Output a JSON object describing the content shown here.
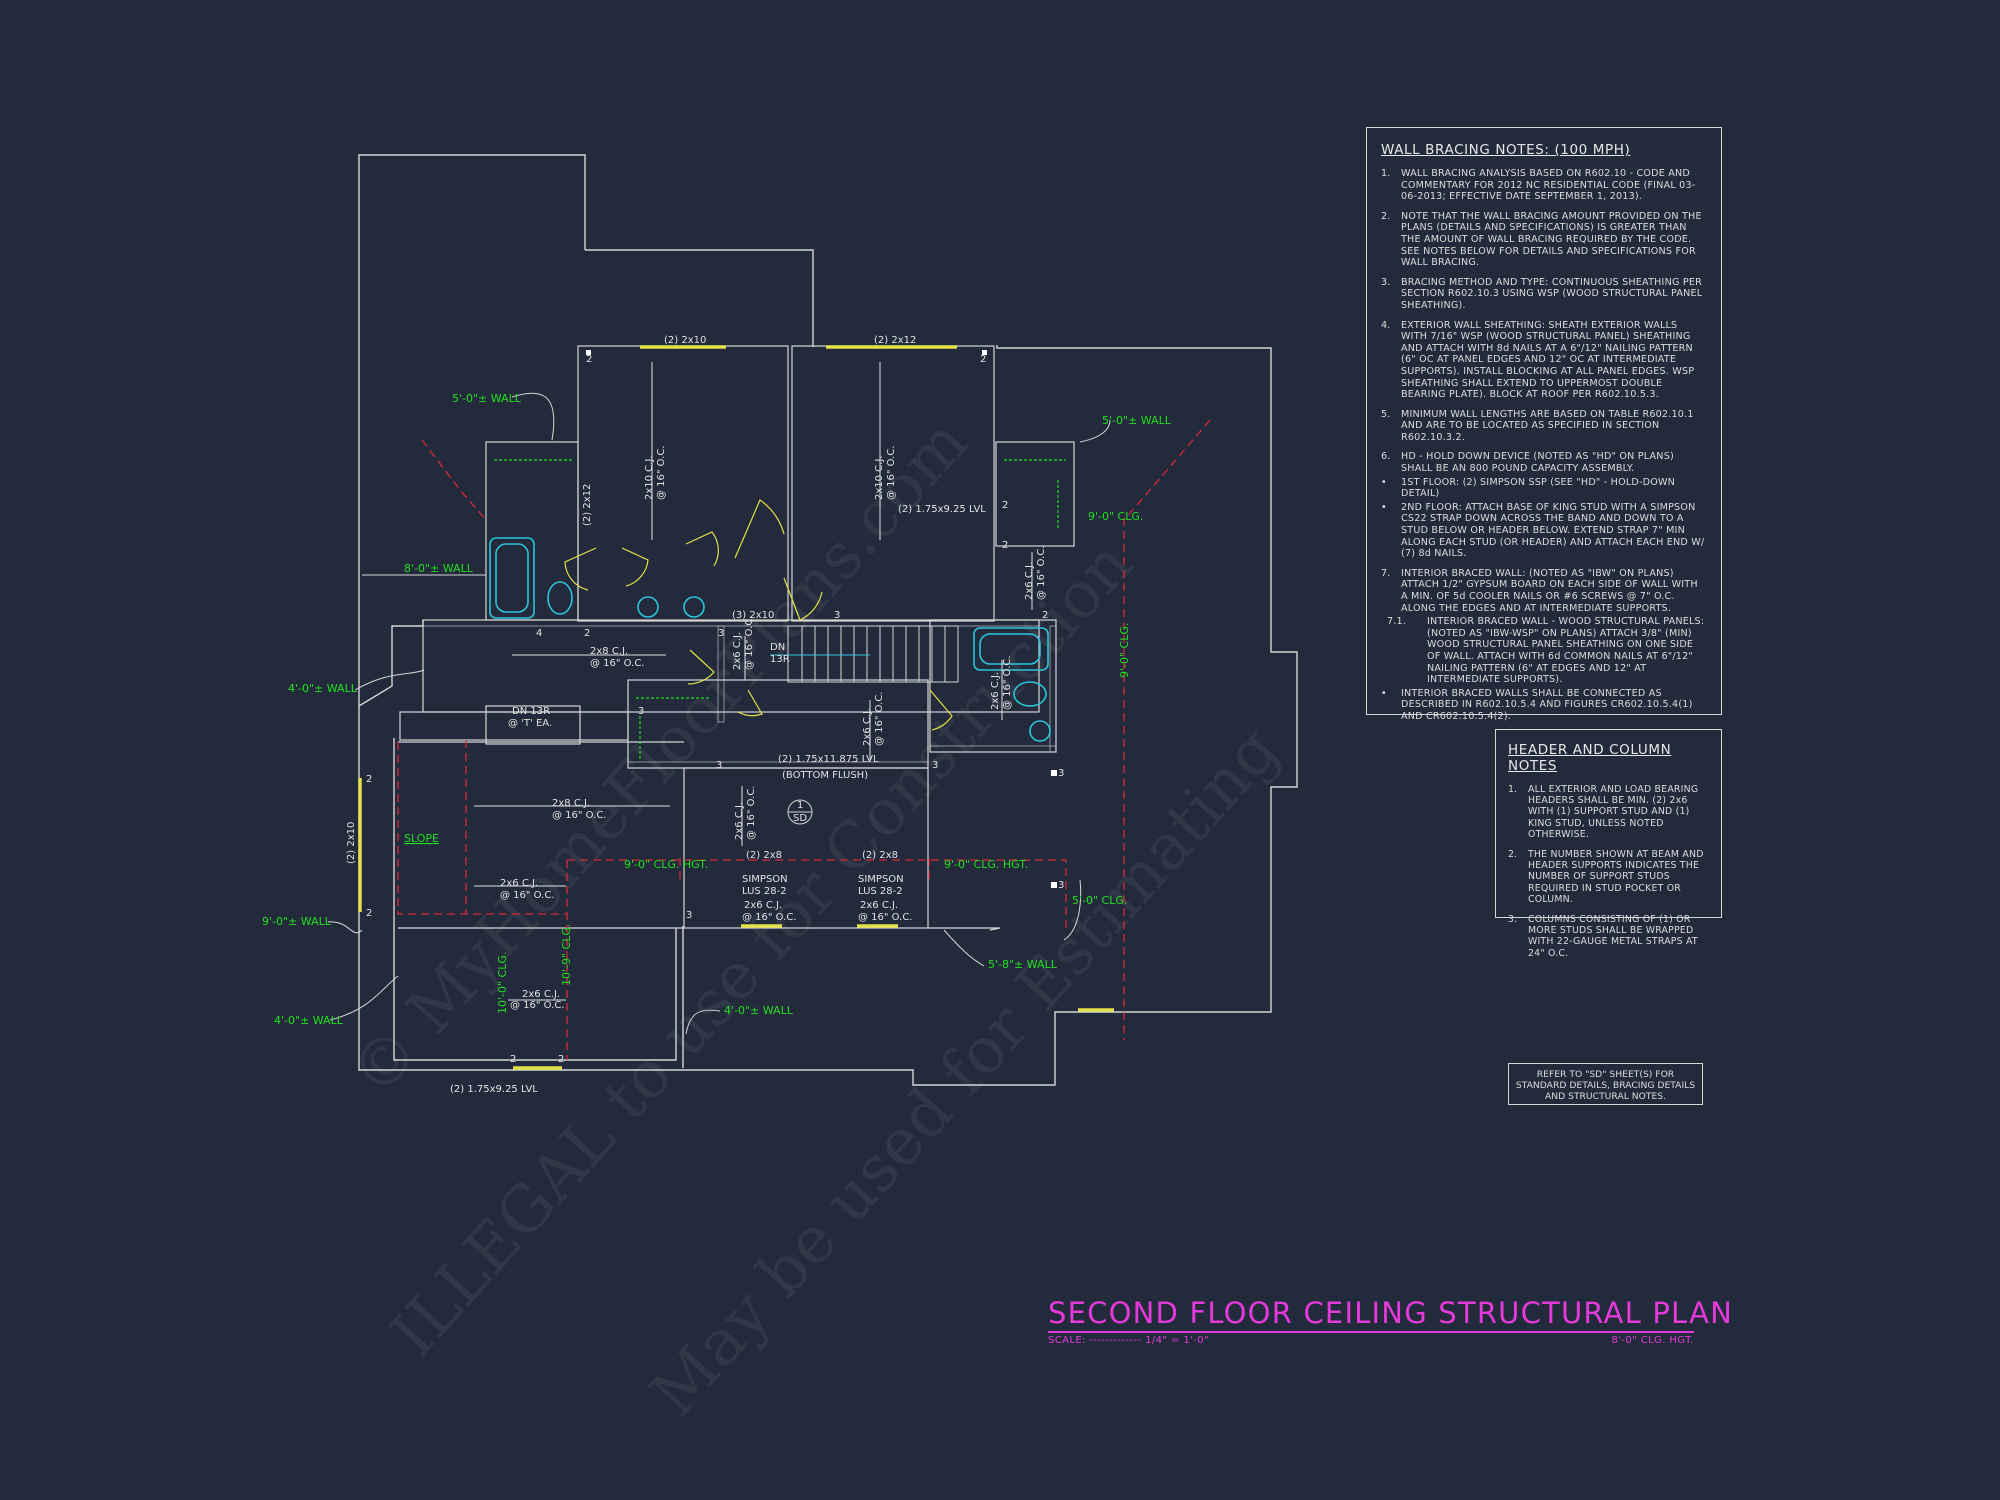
{
  "watermark": {
    "line1": "© MyHomeFloorPlans.com",
    "line2": "ILLEGAL to use for Construction",
    "line3": "May be used for Estimating"
  },
  "plan_labels": {
    "wall_5_0_a": "5'-0\"± WALL",
    "wall_8_0": "8'-0\"± WALL",
    "wall_4_0_a": "4'-0\"± WALL",
    "wall_9_0": "9'-0\"± WALL",
    "wall_4_0_b": "4'-0\"± WALL",
    "wall_4_0_c": "4'-0\"± WALL",
    "wall_5_0_b": "5'-0\"± WALL",
    "wall_5_8": "5'-8\"± WALL",
    "clg_9_0_right": "9'-0\" CLG.",
    "clg_9_0_vert": "9'-0\" CLG.",
    "clg_9_0_hgt_a": "9'-0\" CLG. HGT.",
    "clg_9_0_hgt_b": "9'-0\" CLG. HGT.",
    "clg_5_0": "5'-0\" CLG.",
    "clg_10_0": "10'-0\" CLG.",
    "clg_10_9": "10'-9\" CLG.",
    "slope": "SLOPE",
    "beam_2x10_top": "(2) 2x10",
    "beam_2x12_top": "(2) 2x12",
    "beam_2x12_side": "(2) 2x12",
    "cj_2x10_a": "2x10 C.J.",
    "cj_2x10_b": "2x10 C.J.",
    "oc_16": "@ 16\" O.C.",
    "lvl_175_925_a": "(2) 1.75x9.25 LVL",
    "lvl_175_925_b": "(2) 1.75x9.25 LVL",
    "beam_3_2x10": "(3) 2x10",
    "cj_2x8_a": "2x8 C.J.",
    "cj_2x8_b": "2x8 C.J.",
    "cj_2x6_a": "2x6 C.J.",
    "cj_2x6_b": "2x6 C.J.",
    "cj_2x6_c": "2x6 C.J.",
    "cj_2x6_d": "2x6 C.J.",
    "cj_2x6_e": "2x6 C.J.",
    "cj_2x6_f": "2x6 C.J.",
    "cj_2x6_g": "2x6 C.J.",
    "cj_2x6_h": "2x6 C.J.",
    "lvl_175_11875": "(2) 1.75x11.875 LVL",
    "bottom_flush": "(BOTTOM FLUSH)",
    "dn_13r_a": "DN 13R",
    "dn_13r_b_1": "DN",
    "dn_13r_b_2": "13R",
    "t_ea": "@ 'T' EA.",
    "beam_2x10_side": "(2) 2x10",
    "beam_2x8_a": "(2) 2x8",
    "beam_2x8_b": "(2) 2x8",
    "simpson_a": "SIMPSON",
    "simpson_b": "SIMPSON",
    "lus_a": "LUS 28-2",
    "lus_b": "LUS 28-2",
    "section_num": "1",
    "section_sheet": "SD",
    "mark_2": "2",
    "mark_3": "3",
    "mark_4": "4"
  },
  "wall_bracing": {
    "title": "WALL BRACING NOTES: (100 MPH)",
    "notes": [
      {
        "num": "1.",
        "text": "WALL BRACING ANALYSIS BASED ON R602.10 - CODE AND COMMENTARY FOR 2012 NC RESIDENTIAL CODE (FINAL 03-06-2013; EFFECTIVE DATE SEPTEMBER 1, 2013)."
      },
      {
        "num": "2.",
        "text": "NOTE THAT THE WALL BRACING AMOUNT PROVIDED ON THE PLANS (DETAILS AND SPECIFICATIONS) IS GREATER THAN THE AMOUNT OF WALL BRACING REQUIRED BY THE CODE. SEE NOTES BELOW FOR DETAILS AND SPECIFICATIONS FOR WALL BRACING."
      },
      {
        "num": "3.",
        "text": "BRACING METHOD AND TYPE: CONTINUOUS SHEATHING PER SECTION R602.10.3 USING WSP (WOOD STRUCTURAL PANEL SHEATHING)."
      },
      {
        "num": "4.",
        "text": "EXTERIOR WALL SHEATHING: SHEATH EXTERIOR WALLS WITH 7/16\" WSP (WOOD STRUCTURAL PANEL) SHEATHING AND ATTACH WITH 8d NAILS AT A 6\"/12\" NAILING PATTERN (6\" OC AT PANEL EDGES AND 12\" OC AT INTERMEDIATE SUPPORTS). INSTALL BLOCKING AT ALL PANEL EDGES. WSP SHEATHING SHALL EXTEND TO UPPERMOST DOUBLE BEARING PLATE). BLOCK AT ROOF PER R602.10.5.3."
      },
      {
        "num": "5.",
        "text": "MINIMUM WALL LENGTHS ARE BASED ON TABLE R602.10.1 AND ARE TO BE LOCATED AS SPECIFIED IN SECTION R602.10.3.2."
      },
      {
        "num": "6.",
        "text": "HD - HOLD DOWN DEVICE (NOTED AS \"HD\" ON PLANS) SHALL BE AN 800 POUND CAPACITY ASSEMBLY."
      }
    ],
    "bullets_6": [
      {
        "num": "•",
        "text": "1ST FLOOR: (2) SIMPSON SSP (SEE \"HD\" - HOLD-DOWN DETAIL)"
      },
      {
        "num": "•",
        "text": "2ND FLOOR: ATTACH BASE OF KING STUD WITH A SIMPSON CS22 STRAP DOWN ACROSS THE BAND AND DOWN TO A STUD BELOW OR HEADER BELOW. EXTEND STRAP 7\" MIN ALONG EACH STUD (OR HEADER) AND ATTACH EACH END W/ (7) 8d NAILS."
      }
    ],
    "note_7": {
      "num": "7.",
      "text": "INTERIOR BRACED WALL: (NOTED AS \"IBW\" ON PLANS) ATTACH 1/2\" GYPSUM BOARD ON EACH SIDE OF WALL WITH A MIN. OF 5d COOLER NAILS OR #6 SCREWS @ 7\" O.C. ALONG THE EDGES AND AT INTERMEDIATE SUPPORTS."
    },
    "note_71": {
      "num": "7.1.",
      "text": "INTERIOR BRACED WALL - WOOD STRUCTURAL PANELS: (NOTED AS \"IBW-WSP\" ON PLANS) ATTACH 3/8\" (MIN) WOOD STRUCTURAL PANEL SHEATHING ON ONE SIDE OF WALL. ATTACH WITH 6d COMMON NAILS AT 6\"/12\" NAILING PATTERN (6\" AT EDGES AND 12\" AT INTERMEDIATE SUPPORTS)."
    },
    "bullet_end": {
      "num": "•",
      "text": "INTERIOR BRACED WALLS SHALL BE CONNECTED AS DESCRIBED IN R602.10.5.4 AND FIGURES CR602.10.5.4(1) AND CR602.10.5.4(2)."
    }
  },
  "header_column": {
    "title": "HEADER AND COLUMN NOTES",
    "notes": [
      {
        "num": "1.",
        "text": "ALL EXTERIOR AND LOAD BEARING HEADERS SHALL BE MIN. (2) 2x6 WITH (1) SUPPORT STUD AND (1) KING STUD, UNLESS NOTED OTHERWISE."
      },
      {
        "num": "2.",
        "text": "THE NUMBER SHOWN AT BEAM AND HEADER SUPPORTS INDICATES THE NUMBER OF SUPPORT STUDS REQUIRED IN STUD POCKET OR COLUMN."
      },
      {
        "num": "3.",
        "text": "COLUMNS CONSISTING OF (1) OR MORE STUDS SHALL BE WRAPPED WITH 22-GAUGE METAL STRAPS AT 24\" O.C."
      }
    ]
  },
  "sd_note": "REFER TO \"SD\" SHEET(S) FOR STANDARD DETAILS, BRACING DETAILS AND STRUCTURAL NOTES.",
  "title_block": {
    "title": "SECOND FLOOR CEILING STRUCTURAL PLAN",
    "scale_label": "SCALE: ------------- 1/4\" = 1'-0\"",
    "height_label": "8'-0\" CLG. HGT."
  },
  "colors": {
    "background": "#232a3b",
    "line": "#d8d8d8",
    "label_green": "#22e01f",
    "title_magenta": "#e43ad9",
    "dashed_red": "#d22a3a",
    "beam_yellow": "#e3e04a",
    "fixture_cyan": "#2bc6d9"
  }
}
